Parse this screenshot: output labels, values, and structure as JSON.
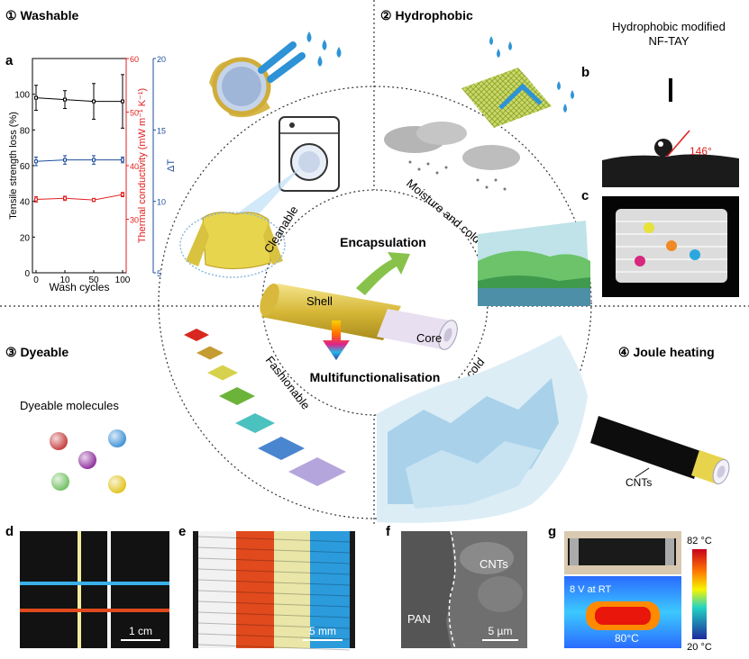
{
  "sections": {
    "washable": "① Washable",
    "hydrophobic": "② Hydrophobic",
    "dyeable": "③ Dyeable",
    "joule": "④ Joule heating"
  },
  "panel_letters": {
    "a": "a",
    "b": "b",
    "c": "c",
    "d": "d",
    "e": "e",
    "f": "f",
    "g": "g"
  },
  "hydro_title_1": "Hydrophobic modified",
  "hydro_title_2": "NF-TAY",
  "contact_angle": "146°",
  "center": {
    "encapsulation": "Encapsulation",
    "multifunctionalisation": "Multifunctionalisation",
    "shell": "Shell",
    "core": "Core"
  },
  "ring": {
    "cleanable": "Cleanable",
    "moisture": "Moisture and cold outdoor",
    "fashionable": "Fashionable",
    "extremely_cold": "Extremly cold"
  },
  "dyeable_molecules": "Dyeable molecules",
  "cnts_label": "CNTs",
  "scale": {
    "d": "1 cm",
    "e": "5 mm",
    "f": "5 µm"
  },
  "sem": {
    "cnts": "CNTs",
    "pan": "PAN"
  },
  "thermal": {
    "condition": "8 V at RT",
    "temp": "80°C",
    "max": "82 °C",
    "min": "20 °C"
  },
  "chart_data": {
    "type": "line",
    "xlabel": "Wash cycles",
    "x_ticks": [
      "0",
      "10",
      "50",
      "100"
    ],
    "ylabel_left": "Tensile strength loss (%)",
    "ylabel_right_red": "Thermal conductivity (mW m⁻¹ K⁻¹)",
    "ylabel_right_blue": "ΔT",
    "left_axis": {
      "ylim": [
        0,
        120
      ],
      "ticks": [
        0,
        20,
        40,
        60,
        80,
        100
      ]
    },
    "red_axis": {
      "ylim": [
        20,
        60
      ],
      "ticks": [
        30,
        40,
        50,
        60
      ]
    },
    "blue_axis": {
      "ylim": [
        5,
        20
      ],
      "ticks": [
        5,
        10,
        15,
        20
      ]
    },
    "series": [
      {
        "axis": "left",
        "color": "#000000",
        "values": [
          98,
          97,
          96,
          96
        ],
        "err": [
          7,
          5,
          10,
          15
        ]
      },
      {
        "axis": "blue",
        "color": "#1f4e9c",
        "values": [
          12.8,
          12.9,
          12.9,
          12.9
        ],
        "err": [
          0.3,
          0.3,
          0.3,
          0.2
        ]
      },
      {
        "axis": "red",
        "color": "#e02020",
        "values": [
          33.7,
          33.9,
          33.6,
          34.6
        ],
        "err": [
          0.5,
          0.4,
          0.3,
          0.4
        ]
      }
    ]
  }
}
